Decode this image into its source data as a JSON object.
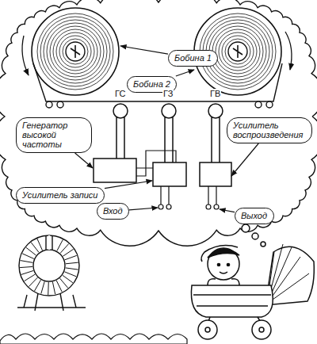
{
  "diagram": {
    "nodes": [
      {
        "text": [
          "Бобина 1"
        ]
      },
      {
        "text": [
          "Бобина 2"
        ]
      },
      {
        "text": [
          "Генератор высокой частоты"
        ]
      },
      {
        "text": [
          "Усилитель воспроизведения"
        ]
      },
      {
        "text": [
          "Усилитель записи"
        ]
      },
      {
        "text": [
          "Вход"
        ]
      },
      {
        "text": [
          "Выход"
        ]
      }
    ],
    "labels": [
      "ГС",
      "ГЗ",
      "ГВ"
    ]
  }
}
